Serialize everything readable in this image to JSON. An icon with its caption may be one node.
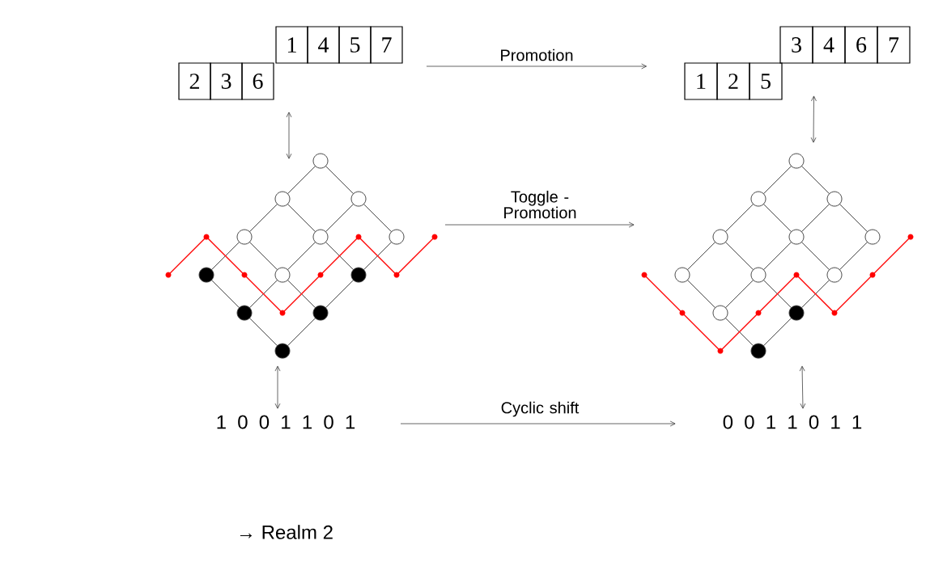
{
  "diagram": {
    "nodes": [
      {
        "text": [
          "1",
          "4",
          "5",
          "7",
          "2",
          "3",
          "6"
        ]
      },
      {
        "text": [
          "3",
          "4",
          "6",
          "7",
          "1",
          "2",
          "5"
        ]
      },
      {
        "text": [],
        "shape": "picture"
      },
      {
        "text": [],
        "shape": "picture"
      },
      {
        "text": [
          "1 0 0 1 1 0 1"
        ]
      },
      {
        "text": [
          "0 0 1 1 0 1 1"
        ]
      }
    ],
    "edges": [
      {
        "from": 0,
        "to": 1,
        "arrow": "to",
        "label": "Promotion"
      },
      {
        "from": 2,
        "to": 3,
        "arrow": "to",
        "label": "Toggle - Promotion"
      },
      {
        "from": 4,
        "to": 5,
        "arrow": "to",
        "label": "Cyclic shift"
      },
      {
        "from": 0,
        "to": 2,
        "arrow": "both"
      },
      {
        "from": 1,
        "to": 3,
        "arrow": "both"
      },
      {
        "from": 2,
        "to": 4,
        "arrow": "both"
      },
      {
        "from": 3,
        "to": 5,
        "arrow": "both"
      }
    ],
    "labels": [
      "→ Realm 2"
    ]
  }
}
